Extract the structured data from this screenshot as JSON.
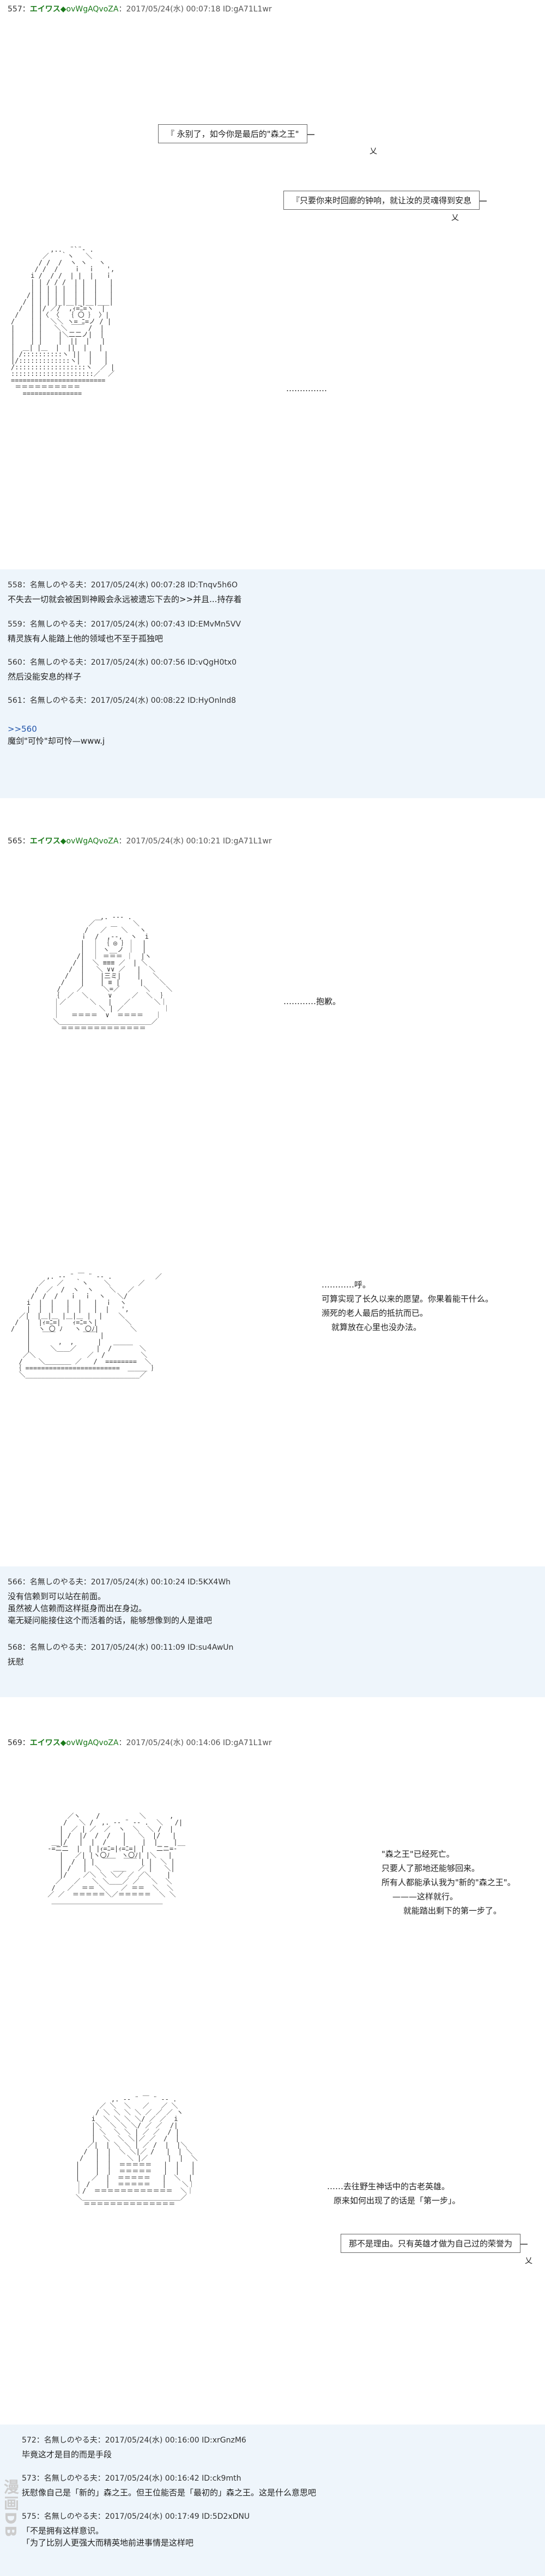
{
  "watermark": "漫画DB",
  "post557": {
    "header": {
      "num": "557：",
      "name": "エイワス",
      "trip": "◆ovWgAQvoZA",
      "meta": "：2017/05/24(水) 00:07:18 ID:gA71L1wr"
    },
    "quote1": "『 永别了，如今你是最后的\"森之王\"",
    "quote1_cont": "乂",
    "quote2": "『只要你来时回廊的钟响，就让汝的灵魂得到安息",
    "quote2_cont": "乂",
    "dots": "……………"
  },
  "replies1": [
    {
      "header": "558：名無しのやる夫：2017/05/24(水) 00:07:28 ID:Tnqv5h6O",
      "body": "不失去一切就会被困到神殿会永远被遗忘下去的>>并且...持存着"
    },
    {
      "header": "559：名無しのやる夫：2017/05/24(水) 00:07:43 ID:EMvMn5VV",
      "body": "精灵族有人能踏上他的领域也不至于孤独吧"
    },
    {
      "header": "560：名無しのやる夫：2017/05/24(水) 00:07:56 ID:vQgH0tx0",
      "body": "然后没能安息的样子"
    },
    {
      "header": "561：名無しのやる夫：2017/05/24(水) 00:08:22 ID:HyOnlnd8",
      "body": ">>560",
      "body2": "魔剑\"可怜\"却可怜—www.j"
    }
  ],
  "post565": {
    "header": {
      "num": "565：",
      "name": "エイワス",
      "trip": "◆ovWgAQvoZA",
      "meta": "：2017/05/24(水) 00:10:21 ID:gA71L1wr"
    },
    "narr1": "…………抱歉。",
    "narr2": [
      "…………呼。",
      "可算实现了长久以来的愿望。你果着能干什么。",
      "濒死的老人最后的抵抗而已。",
      "就算放在心里也没办法。"
    ]
  },
  "replies2": [
    {
      "header": "566：名無しのやる夫：2017/05/24(水) 00:10:24 ID:5KX4Wh",
      "body": "没有信赖到可以站在前面。",
      "body2": "虽然被人信赖而这样挺身而出在身边。",
      "body3": "毫无疑问能接住这个而活着的话，能够想像到的人是谁吧"
    },
    {
      "header": "568：名無しのやる夫：2017/05/24(水) 00:11:09 ID:su4AwUn",
      "body": "抚慰"
    }
  ],
  "post569": {
    "header": {
      "num": "569：",
      "name": "エイワス",
      "trip": "◆ovWgAQvoZA",
      "meta": "：2017/05/24(水) 00:14:06 ID:gA71L1wr"
    },
    "narr1": [
      "\"森之王\"已经死亡。",
      "只要人了那地还能够回来。",
      "所有人都能承认我为\"新的\"森之王\"。",
      "———这样就行。",
      "",
      "就能踏出剩下的第一步了。"
    ],
    "narr2": [
      "……去往野生神话中的古老英雄。",
      "原来如何出现了的话是「第一步」。"
    ],
    "quote": "那不是理由。只有英雄才做为自己过的荣誉为",
    "quote_cont": "乂"
  },
  "replies3": [
    {
      "header": "572：名無しのやる夫：2017/05/24(水) 00:16:00 ID:xrGnzM6",
      "body": "毕竟这才是目的而是手段"
    },
    {
      "header": "573：名無しのやる夫：2017/05/24(水) 00:16:42 ID:ck9mth",
      "body": "抚慰像自己是「新的」森之王。但王位能否是「最初的」森之王。这是什么意思吧"
    },
    {
      "header": "575：名無しのやる夫：2017/05/24(水) 00:17:49 ID:5D2xDNU",
      "body": "「不是拥有这样意识。",
      "body2": "「为了比别人更强大而精英地前进事情是这样吧"
    }
  ]
}
